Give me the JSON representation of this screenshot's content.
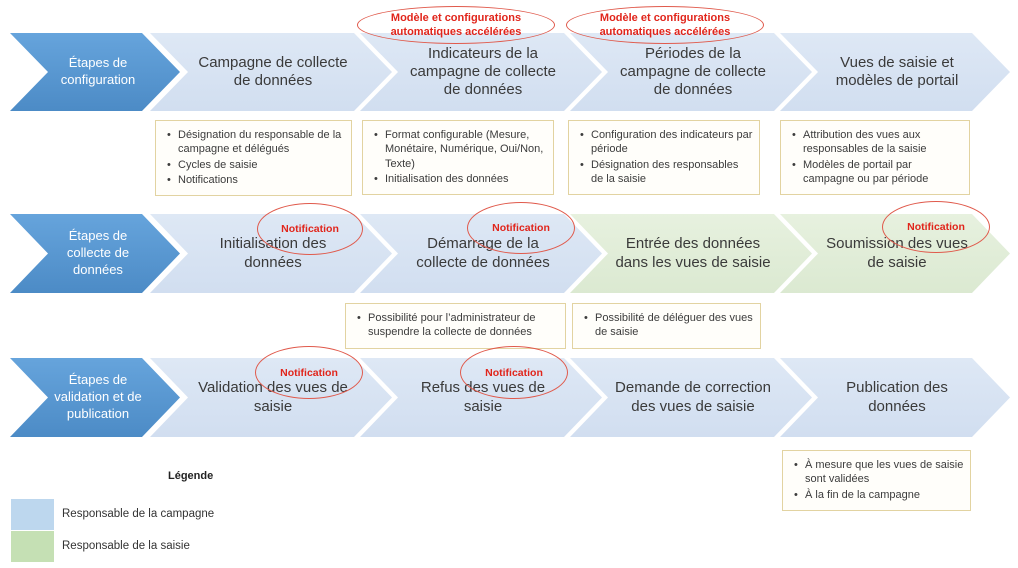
{
  "rows": {
    "r1": {
      "lead": "Étapes de configuration",
      "steps": {
        "s1": "Campagne de collecte de données",
        "s2": "Indicateurs de la campagne de collecte de données",
        "s3": "Périodes de la campagne de collecte de données",
        "s4": "Vues de saisie et modèles de portail"
      }
    },
    "r2": {
      "lead": "Étapes de collecte de données",
      "steps": {
        "s1": "Initialisation des données",
        "s2": "Démarrage de la collecte de données",
        "s3": "Entrée des données dans les vues de saisie",
        "s4": "Soumission des vues de saisie"
      }
    },
    "r3": {
      "lead": "Étapes de validation et de publication",
      "steps": {
        "s1": "Validation des vues de saisie",
        "s2": "Refus des vues de saisie",
        "s3": "Demande de correction des vues de saisie",
        "s4": "Publication des données"
      }
    }
  },
  "callouts": {
    "accel1": "Modèle et configurations automatiques accélérées",
    "accel2": "Modèle et configurations automatiques accélérées",
    "notification": "Notification"
  },
  "notes": {
    "n1": {
      "items": [
        "Désignation du responsable de la campagne et délégués",
        "Cycles de saisie",
        "Notifications"
      ]
    },
    "n2": {
      "items": [
        "Format configurable (Mesure, Monétaire, Numérique, Oui/Non, Texte)",
        "Initialisation des données"
      ]
    },
    "n3": {
      "items": [
        "Configuration des indicateurs par période",
        "Désignation des responsables de la saisie"
      ]
    },
    "n4": {
      "items": [
        "Attribution des vues aux responsables de la saisie",
        "Modèles de portail par campagne ou par période"
      ]
    },
    "n5": {
      "items": [
        "Possibilité pour l’administrateur de suspendre la collecte de données"
      ]
    },
    "n6": {
      "items": [
        "Possibilité de déléguer des vues de saisie"
      ]
    },
    "n7": {
      "items": [
        "À mesure que les vues de saisie sont validées",
        "À la fin de la campagne"
      ]
    }
  },
  "legend": {
    "title": "Légende",
    "items": {
      "i1": {
        "label": "Responsable de la campagne",
        "color": "#BDD7EE"
      },
      "i2": {
        "label": "Responsable de la saisie",
        "color": "#C5E0B4"
      }
    }
  },
  "colors": {
    "lead_chevron": "#5B9BD5",
    "step_chevron_blue": "#D9E3F1",
    "step_chevron_green": "#E3EFDA",
    "note_border": "#E2D3A1",
    "callout_red": "#E0382C",
    "legend_blue": "#BDD7EE",
    "legend_green": "#C5E0B4"
  }
}
